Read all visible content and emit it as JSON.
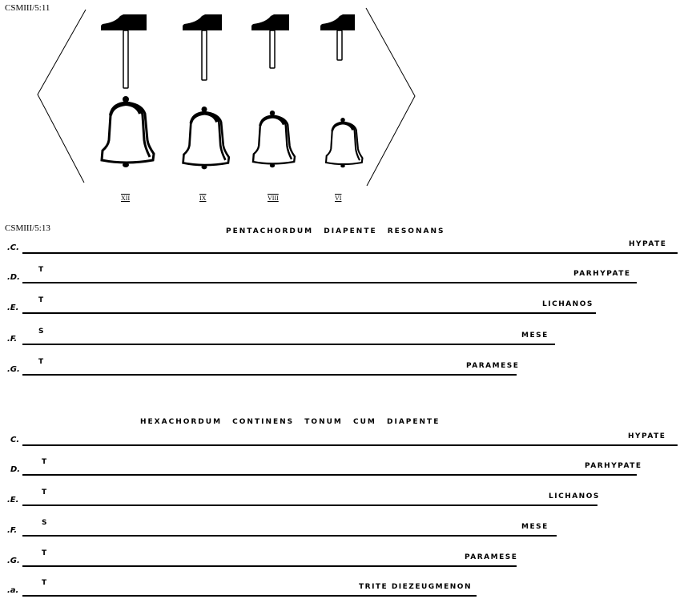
{
  "figure1": {
    "reference": "CSMIII/5:11",
    "bell_numerals": [
      "XII",
      "IX",
      "VIII",
      "VI"
    ]
  },
  "figure2": {
    "reference": "CSMIII/5:13",
    "title": "PENTACHORDUM DIAPENTE RESONANS",
    "rows": [
      {
        "note": ".C.",
        "step": "",
        "name": "HYPATE"
      },
      {
        "note": ".D.",
        "step": "T",
        "name": "PARHYPATE"
      },
      {
        "note": ".E.",
        "step": "T",
        "name": "LICHANOS"
      },
      {
        "note": ".F.",
        "step": "S",
        "name": "MESE"
      },
      {
        "note": ".G.",
        "step": "T",
        "name": "PARAMESE"
      }
    ]
  },
  "figure3": {
    "title": "HEXACHORDUM CONTINENS TONUM CUM DIAPENTE",
    "rows": [
      {
        "note": "C.",
        "step": "",
        "name": "HYPATE"
      },
      {
        "note": "D.",
        "step": "T",
        "name": "PARHYPATE"
      },
      {
        "note": ".E.",
        "step": "T",
        "name": "LICHANOS"
      },
      {
        "note": ".F.",
        "step": "S",
        "name": "MESE"
      },
      {
        "note": ".G.",
        "step": "T",
        "name": "PARAMESE"
      },
      {
        "note": ".a.",
        "step": "T",
        "name": "TRITE DIEZEUGMENON"
      }
    ]
  }
}
